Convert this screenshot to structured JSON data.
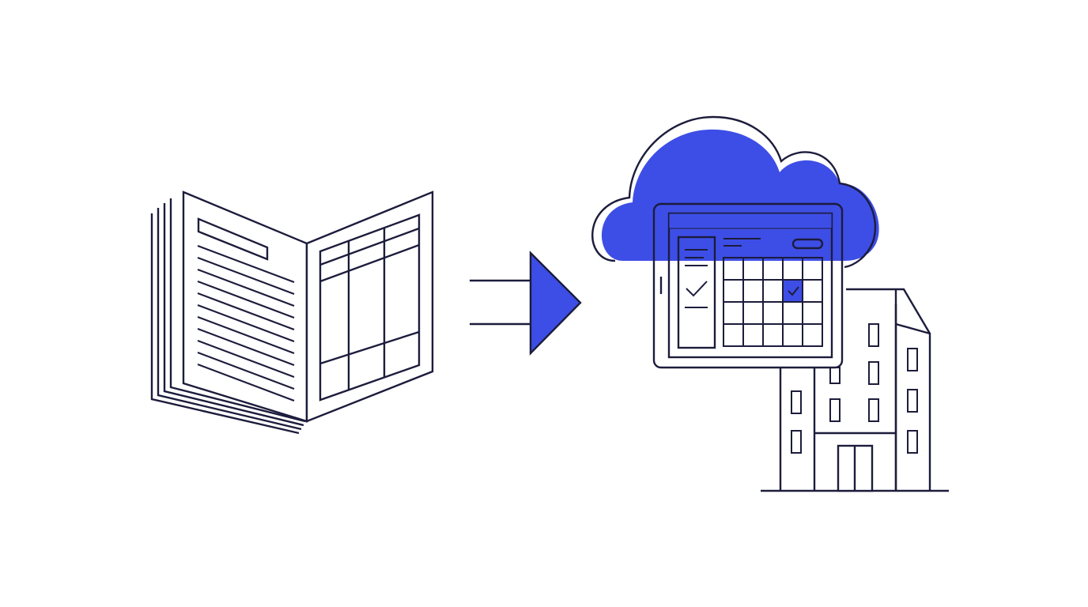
{
  "colors": {
    "background": "#ffffff",
    "line": "#1c1c3c",
    "accent": "#3d4ee6"
  },
  "icons": {
    "book": "open-book-icon",
    "arrow": "right-arrow-icon",
    "cloud": "cloud-icon",
    "tablet": "tablet-calendar-icon",
    "building": "office-building-icon"
  },
  "calendar": {
    "checked_cell": {
      "row": 1,
      "col": 3
    },
    "rows": 4,
    "cols": 5
  }
}
